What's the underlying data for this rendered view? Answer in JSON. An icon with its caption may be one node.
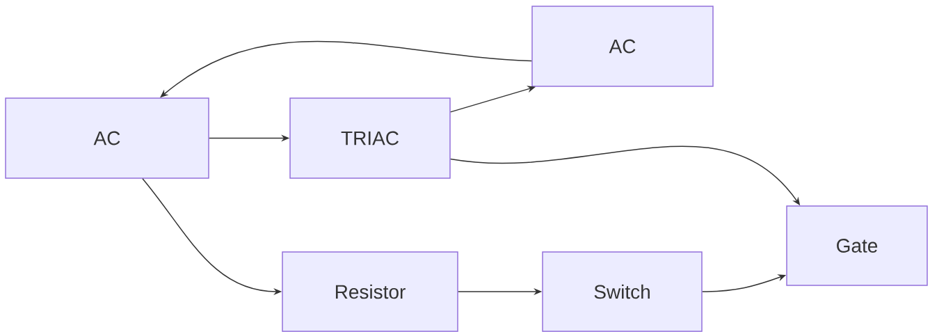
{
  "diagram": {
    "nodes": [
      {
        "text": [
          "AC"
        ]
      },
      {
        "text": [
          "TRIAC"
        ]
      },
      {
        "text": [
          "AC"
        ]
      },
      {
        "text": [
          "Resistor"
        ]
      },
      {
        "text": [
          "Switch"
        ]
      },
      {
        "text": [
          "Gate"
        ]
      }
    ],
    "edges": [
      {
        "from": 0,
        "to": 1,
        "arrow": "to"
      },
      {
        "from": 1,
        "to": 2,
        "arrow": "to"
      },
      {
        "from": 2,
        "to": 0,
        "arrow": "to"
      },
      {
        "from": 1,
        "to": 5,
        "arrow": "to"
      },
      {
        "from": 0,
        "to": 3,
        "arrow": "to"
      },
      {
        "from": 3,
        "to": 4,
        "arrow": "to"
      },
      {
        "from": 4,
        "to": 5,
        "arrow": "to"
      }
    ]
  }
}
